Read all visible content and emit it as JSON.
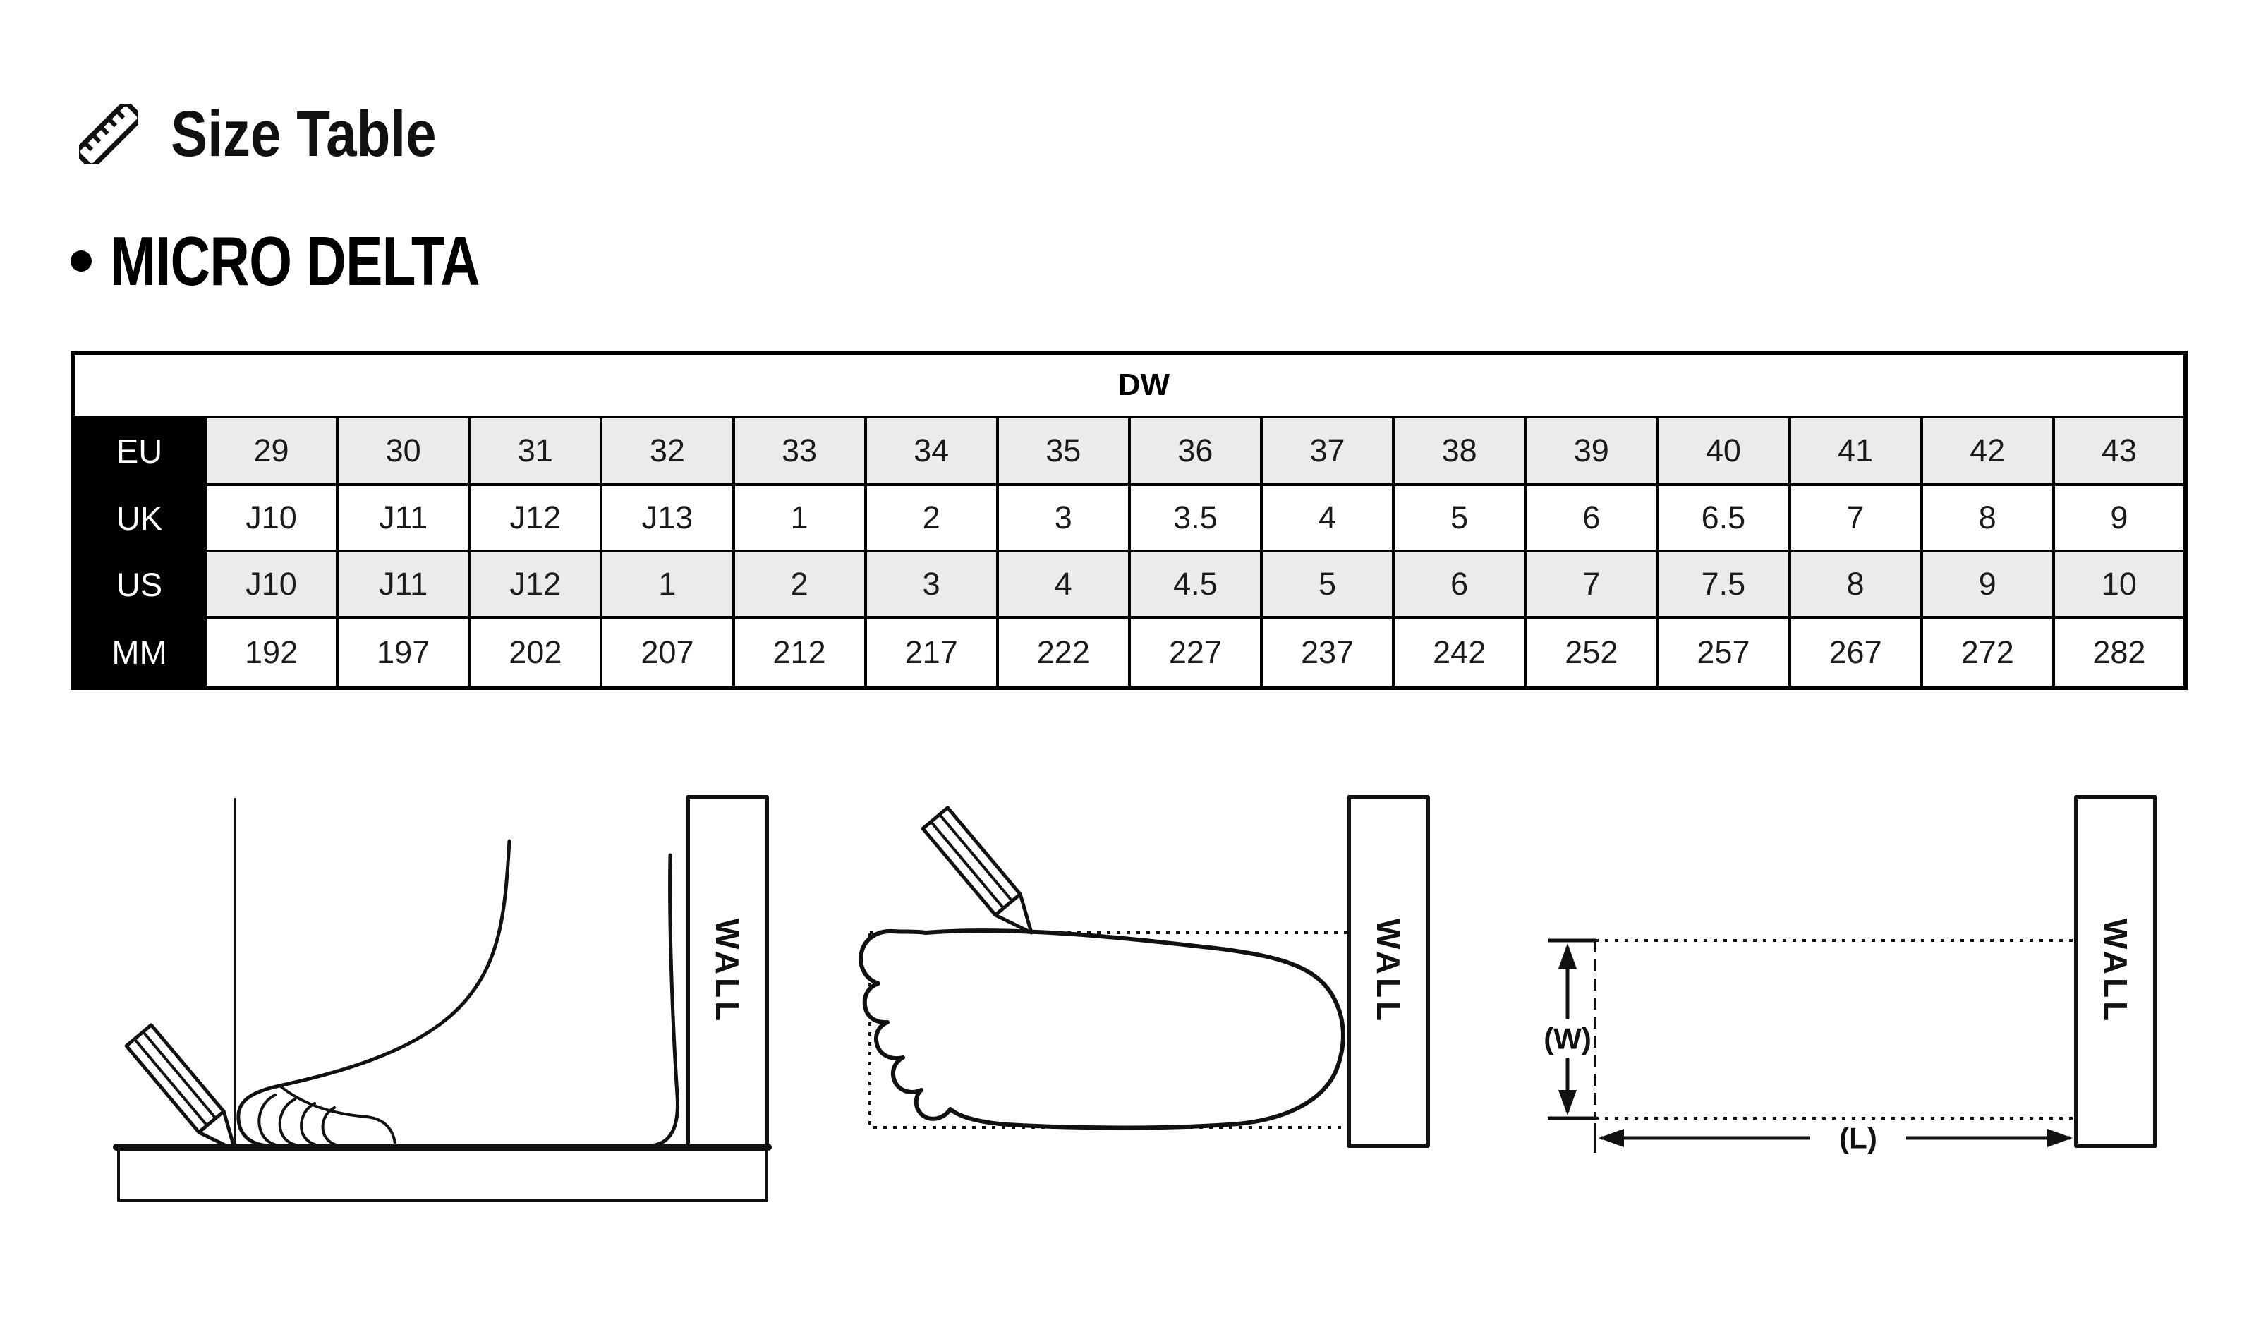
{
  "header": {
    "title": "Size Table",
    "icon": "ruler-icon"
  },
  "product": {
    "bullet": "•",
    "name": "MICRO DELTA"
  },
  "size_table": {
    "model_label": "DW",
    "rows": [
      {
        "label": "EU",
        "values": [
          "29",
          "30",
          "31",
          "32",
          "33",
          "34",
          "35",
          "36",
          "37",
          "38",
          "39",
          "40",
          "41",
          "42",
          "43"
        ]
      },
      {
        "label": "UK",
        "values": [
          "J10",
          "J11",
          "J12",
          "J13",
          "1",
          "2",
          "3",
          "3.5",
          "4",
          "5",
          "6",
          "6.5",
          "7",
          "8",
          "9"
        ]
      },
      {
        "label": "US",
        "values": [
          "J10",
          "J11",
          "J12",
          "1",
          "2",
          "3",
          "4",
          "4.5",
          "5",
          "6",
          "7",
          "7.5",
          "8",
          "9",
          "10"
        ]
      },
      {
        "label": "MM",
        "values": [
          "192",
          "197",
          "202",
          "207",
          "212",
          "217",
          "222",
          "227",
          "237",
          "242",
          "252",
          "257",
          "267",
          "272",
          "282"
        ]
      }
    ],
    "colors": {
      "header_cell_bg": "#000000",
      "header_cell_text": "#ffffff",
      "stripe_row_bg": "#ebebeb",
      "border": "#000000",
      "label_separator": "#b3b3b3"
    }
  },
  "diagrams": {
    "side_view": {
      "wall_label": "WALL"
    },
    "top_view": {
      "wall_label": "WALL"
    },
    "dimensions": {
      "wall_label": "WALL",
      "width_label": "(W)",
      "length_label": "(L)"
    }
  }
}
